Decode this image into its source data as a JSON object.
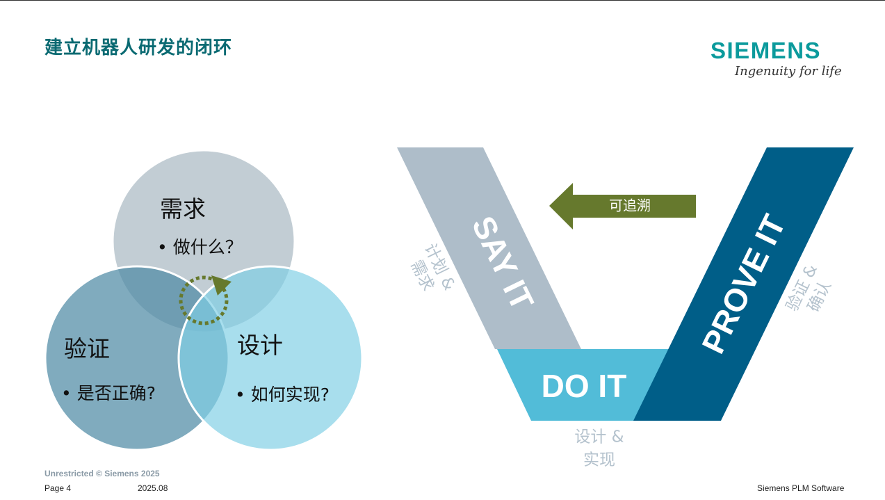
{
  "slide": {
    "title": "建立机器人研发的闭环",
    "logo": {
      "wordmark": "SIEMENS",
      "tagline": "Ingenuity for life"
    }
  },
  "venn": {
    "requirement": {
      "title": "需求",
      "bullet": "•  做什么？"
    },
    "verification": {
      "title": "验证",
      "bullet": "•  是否正确?"
    },
    "design": {
      "title": "设计",
      "bullet": "•  如何实现?"
    },
    "loop_icon": "circular-arrow-icon"
  },
  "vmodel": {
    "say_it": "SAY IT",
    "do_it": "DO IT",
    "prove_it": "PROVE IT",
    "trace_arrow": "可追溯",
    "say_side": [
      "计划 &",
      "需求"
    ],
    "do_side": [
      "设计 &",
      "实现"
    ],
    "prove_side": [
      "验证 &",
      "确认"
    ]
  },
  "footer": {
    "copyright": "Unrestricted © Siemens 2025",
    "page": "Page 4",
    "date": "2025.08",
    "company": "Siemens PLM Software"
  },
  "colors": {
    "title": "#0a6a72",
    "logo": "#0b9a9c",
    "say_it": "#aebdc9",
    "do_it": "#52bcd8",
    "prove_it": "#005e88",
    "trace_arrow": "#66792d"
  }
}
